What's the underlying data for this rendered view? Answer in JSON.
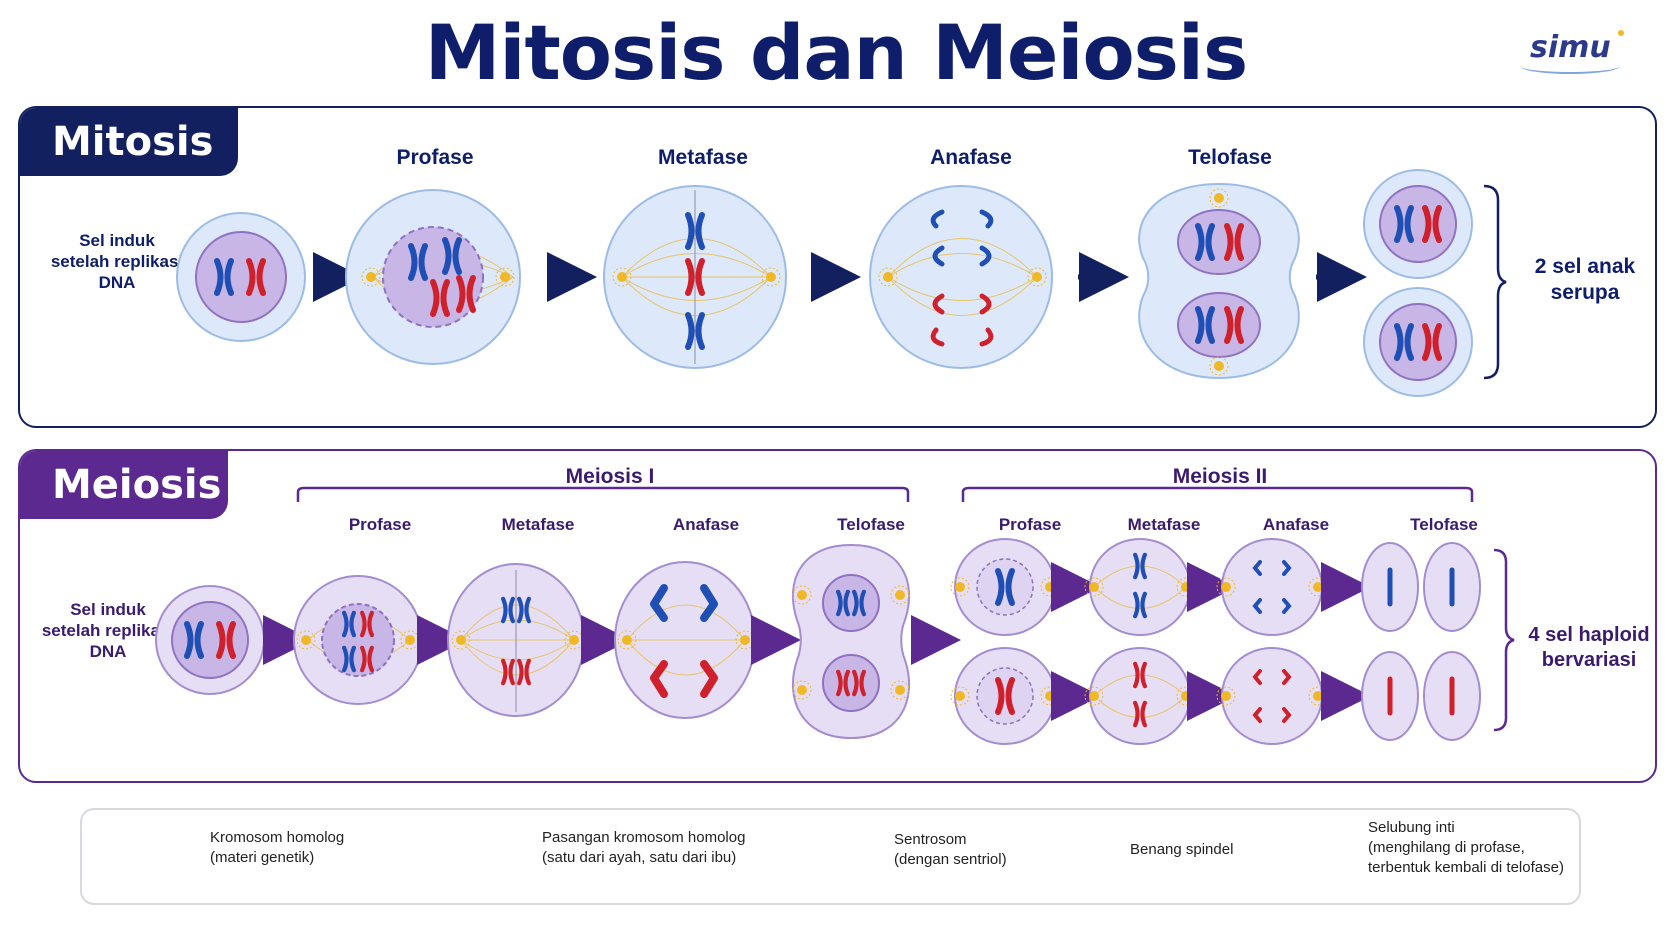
{
  "title": "Mitosis dan Meiosis",
  "logo": "simu",
  "mitosis": {
    "tag": "Mitosis",
    "start_label_1": "Sel induk",
    "start_label_2": "setelah replikasi",
    "start_label_3": "DNA",
    "phases": [
      "Profase",
      "Metafase",
      "Anafase",
      "Telofase"
    ],
    "result_1": "2 sel anak",
    "result_2": "serupa"
  },
  "meiosis": {
    "tag": "Meiosis",
    "stage_1": "Meiosis I",
    "stage_2": "Meiosis II",
    "start_label_1": "Sel induk",
    "start_label_2": "setelah replikasi",
    "start_label_3": "DNA",
    "phases_1": [
      "Profase",
      "Metafase",
      "Anafase",
      "Telofase"
    ],
    "phases_2": [
      "Profase",
      "Metafase",
      "Anafase",
      "Telofase"
    ],
    "result_1": "4 sel haploid",
    "result_2": "bervariasi"
  },
  "legend": {
    "item1_a": "Kromosom homolog",
    "item1_b": "(materi genetik)",
    "item2_a": "Pasangan kromosom homolog",
    "item2_b": "(satu dari ayah, satu dari ibu)",
    "item3_a": "Sentrosom",
    "item3_b": "(dengan sentriol)",
    "item4_a": "Benang spindel",
    "item5_a": "Selubung inti",
    "item5_b": "(menghilang di profase,",
    "item5_c": "terbentuk kembali di telofase)"
  },
  "colors": {
    "navy": "#13205f",
    "purple": "#5b2990",
    "blue_chrom": "#1f4fb5",
    "red_chrom": "#d0202c",
    "cell_fill": "#dde9fa",
    "nucleus_fill": "#c7b6e6",
    "centrosome": "#f1b826"
  }
}
